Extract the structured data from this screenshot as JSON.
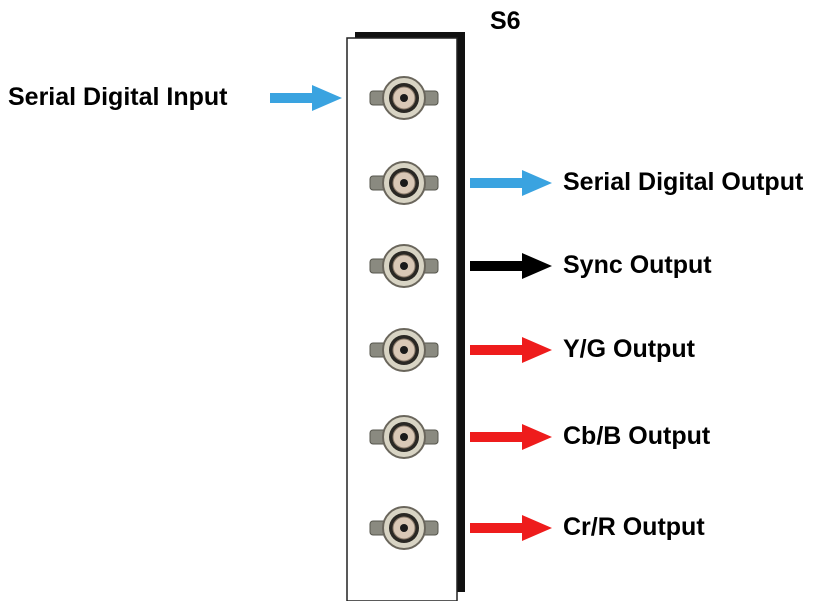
{
  "panel": {
    "title": "S6",
    "body_color": "#ffffff",
    "shadow_color": "#111111"
  },
  "connectors": [
    {
      "id": "serial-digital-input",
      "label": "Serial Digital Input",
      "direction": "input",
      "arrow_color": "#3aa3e0"
    },
    {
      "id": "serial-digital-output",
      "label": "Serial Digital Output",
      "direction": "output",
      "arrow_color": "#3aa3e0"
    },
    {
      "id": "sync-output",
      "label": "Sync Output",
      "direction": "output",
      "arrow_color": "#000000"
    },
    {
      "id": "y-g-output",
      "label": "Y/G Output",
      "direction": "output",
      "arrow_color": "#ee1c1c"
    },
    {
      "id": "cb-b-output",
      "label": "Cb/B Output",
      "direction": "output",
      "arrow_color": "#ee1c1c"
    },
    {
      "id": "cr-r-output",
      "label": "Cr/R Output",
      "direction": "output",
      "arrow_color": "#ee1c1c"
    }
  ]
}
